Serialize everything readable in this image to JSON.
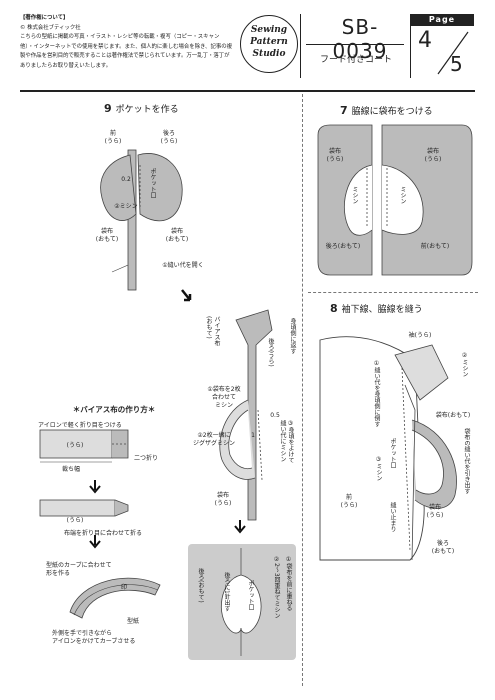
{
  "header": {
    "copyright_heading": "【著作権について】",
    "copyright_owner": "© 株式会社ブティック社",
    "copyright_body": "こちらの型紙に掲載の写真・イラスト・レシピ等の転載・複写（コピー・スキャン他）・インターネットでの使用を禁じます。また、個人的に楽しむ場合を除き、記事の複製や作品を営利目的で販売することは著作権法で禁じられています。万一乱丁・落丁がありましたらお取り替えいたします。",
    "logo_line1": "Sewing",
    "logo_line2": "Pattern",
    "logo_line3": "Studio",
    "pattern_no": "SB-0039",
    "pattern_name": "フード付きコート",
    "page_label": "Page",
    "page_current": "4",
    "page_total": "5"
  },
  "step9": {
    "number": "9",
    "title": "ポケットを作る",
    "front": "前\n(うら)",
    "back": "後ろ\n(うら)",
    "measure": "0.2",
    "stitch": "②ミシン",
    "pocket_opening": "ポケット口",
    "bag_left": "袋布\n(おもて)",
    "bag_right": "袋布\n(おもて)",
    "open_seam": "①縫い代を開く"
  },
  "step7": {
    "number": "7",
    "title": "脇線に袋布をつける",
    "bag_left": "袋布\n(うら)",
    "bag_right": "袋布\n(うら)",
    "machine": "ミシン",
    "back": "後ろ(おもて)",
    "front": "前(おもて)"
  },
  "step8": {
    "number": "8",
    "title": "袖下線、脇線を縫う",
    "sleeve": "袖(うら)",
    "stitch2": "②ミシン",
    "fold_seam": "①縫い代を身頃側に倒す",
    "bag_outer": "袋布(おもて)",
    "pull_seam": "袋布の縫い代を引き出す",
    "pocket_opening": "ポケット口",
    "stitch3": "③ミシン",
    "front": "前\n(うら)",
    "bag_inner": "袋布\n(うら)",
    "stop": "縫い止まり",
    "back": "後ろ\n(おもて)"
  },
  "bias": {
    "caption": "＊バイアス布の作り方＊",
    "iron": "アイロンで軽く折り目をつける",
    "ura": "(うら)",
    "fold2": "二つ折り",
    "width": "裁ち幅",
    "fold_center": "布端を折り目に合わせて折る",
    "curve": "型紙のカーブに合わせて\n形を作る",
    "mark": "印",
    "paper": "型紙",
    "iron_curve": "外側を手で引きながら\nアイロンをかけてカーブさせる"
  },
  "pocket_finish": {
    "bias_cloth": "バイアス布\n(おもて)",
    "back_ura": "後ろ(うら)",
    "fold_body": "身頃側に返す",
    "fold_bag": "①袋布を2枚\n合わせて\nミシン",
    "zigzag": "②2枚一緒に\nジグザグミシン",
    "one": "1",
    "measure": "0.5",
    "avoid": "③身頃をよけて\n縫い代にミシン",
    "bag": "袋布\n(うら)"
  },
  "gray_box": {
    "back_omote": "後ろ(おもて)",
    "back_stitch": "後ろに1針出す",
    "pocket_opening": "ポケット口",
    "fold_front": "①袋布を前に重ねる",
    "repeat": "②2～3回重ねてミシン"
  }
}
